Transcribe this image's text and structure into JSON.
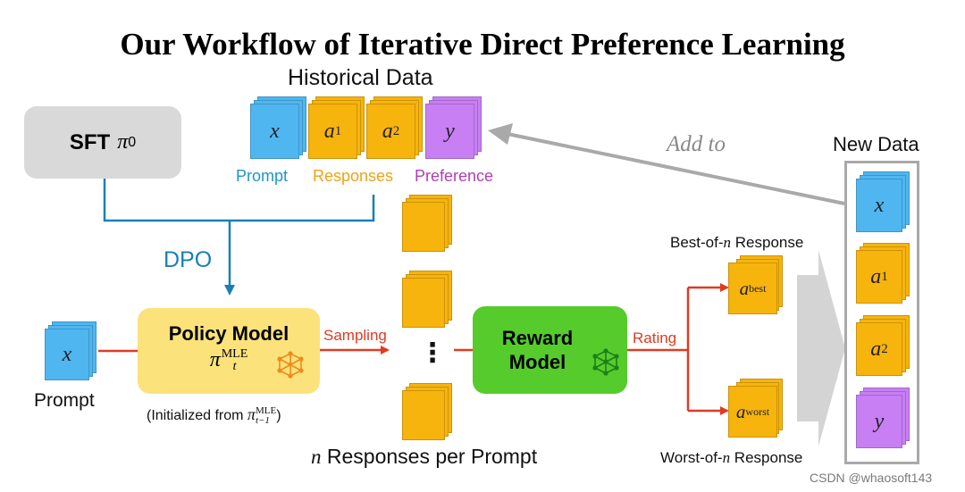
{
  "title": "Our Workflow of Iterative Direct Preference Learning",
  "historical": {
    "heading": "Historical Data",
    "x": "x",
    "a1_base": "a",
    "a1_sup": "1",
    "a2_base": "a",
    "a2_sup": "2",
    "y": "y",
    "prompt_label": "Prompt",
    "responses_label": "Responses",
    "preference_label": "Preference"
  },
  "sft": {
    "label": "SFT",
    "pi": "π",
    "sub": "0"
  },
  "dpo_label": "DPO",
  "add_to_label": "Add to",
  "policy": {
    "title": "Policy Model",
    "pi": "π",
    "sub": "t",
    "sup": "MLE",
    "init_prefix": "(Initialized from ",
    "init_pi": "π",
    "init_sub": "t−1",
    "init_sup": "MLE",
    "init_suffix": ")"
  },
  "prompt_input": {
    "x": "x",
    "label": "Prompt"
  },
  "sampling_label": "Sampling",
  "responses_caption_n": "n",
  "responses_caption_rest": " Responses per Prompt",
  "ellipsis": "⋮",
  "reward": {
    "line1": "Reward",
    "line2": "Model"
  },
  "rating_label": "Rating",
  "best": {
    "label_prefix": "Best-of-",
    "n": "n",
    "label_suffix": " Response",
    "a": "a",
    "sup": "best"
  },
  "worst": {
    "label_prefix": "Worst-of-",
    "n": "n",
    "label_suffix": " Response",
    "a": "a",
    "sup": "worst"
  },
  "new_data": {
    "heading": "New Data",
    "x": "x",
    "a1_base": "a",
    "a1_sup": "1",
    "a2_base": "a",
    "a2_sup": "2",
    "y": "y"
  },
  "watermark": "CSDN @whaosoft143",
  "colors": {
    "blue_card": "#4fb6f0",
    "orange_card": "#f7b40c",
    "purple_card": "#c77ff3",
    "policy_box": "#fbe27a",
    "reward_box": "#55cc2b",
    "sft_box": "#d9d9d9",
    "arrow_red": "#e03a22",
    "arrow_blue": "#1a7fb5",
    "network_icon": "#f08a1c"
  }
}
